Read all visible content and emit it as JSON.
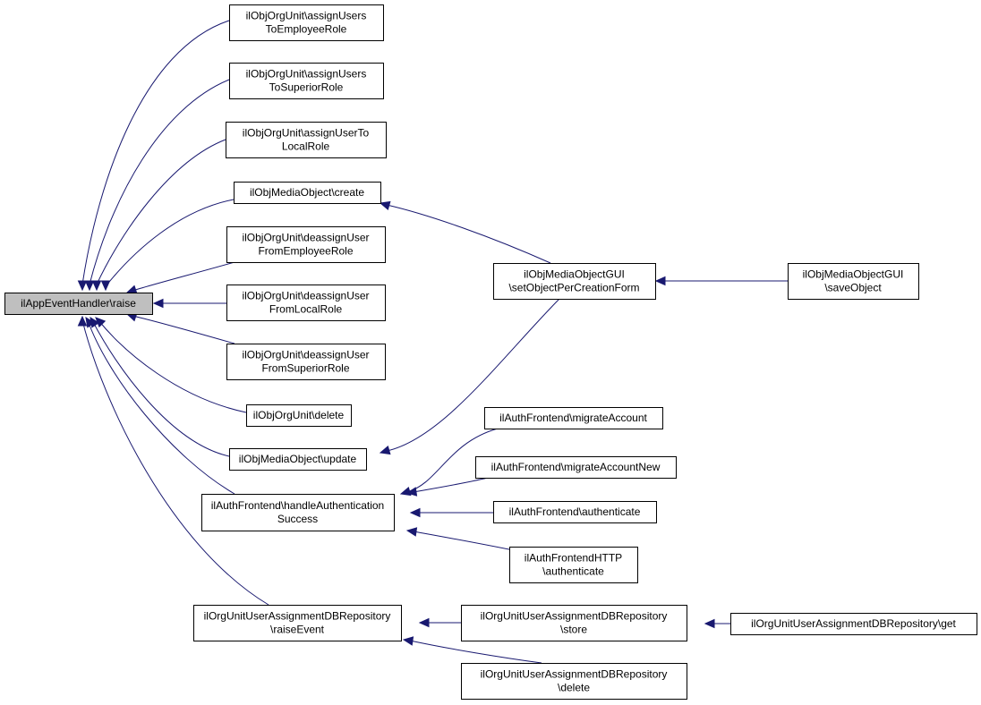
{
  "diagram": {
    "type": "call-graph",
    "root": "raise",
    "nodes": [
      {
        "id": "raise",
        "lines": [
          "ilAppEventHandler\\raise"
        ],
        "highlighted": true
      },
      {
        "id": "assignEmp",
        "lines": [
          "ilObjOrgUnit\\assignUsers",
          "ToEmployeeRole"
        ]
      },
      {
        "id": "assignSup",
        "lines": [
          "ilObjOrgUnit\\assignUsers",
          "ToSuperiorRole"
        ]
      },
      {
        "id": "assignLocal",
        "lines": [
          "ilObjOrgUnit\\assignUserTo",
          "LocalRole"
        ]
      },
      {
        "id": "mobCreate",
        "lines": [
          "ilObjMediaObject\\create"
        ]
      },
      {
        "id": "deassignEmp",
        "lines": [
          "ilObjOrgUnit\\deassignUser",
          "FromEmployeeRole"
        ]
      },
      {
        "id": "deassignLocal",
        "lines": [
          "ilObjOrgUnit\\deassignUser",
          "FromLocalRole"
        ]
      },
      {
        "id": "deassignSup",
        "lines": [
          "ilObjOrgUnit\\deassignUser",
          "FromSuperiorRole"
        ]
      },
      {
        "id": "ouDelete",
        "lines": [
          "ilObjOrgUnit\\delete"
        ]
      },
      {
        "id": "mobUpdate",
        "lines": [
          "ilObjMediaObject\\update"
        ]
      },
      {
        "id": "handleAuth",
        "lines": [
          "ilAuthFrontend\\handleAuthentication",
          "Success"
        ]
      },
      {
        "id": "raiseEvent",
        "lines": [
          "ilOrgUnitUserAssignmentDBRepository",
          "\\raiseEvent"
        ]
      },
      {
        "id": "setObj",
        "lines": [
          "ilObjMediaObjectGUI",
          "\\setObjectPerCreationForm"
        ]
      },
      {
        "id": "saveObj",
        "lines": [
          "ilObjMediaObjectGUI",
          "\\saveObject"
        ]
      },
      {
        "id": "migrate",
        "lines": [
          "ilAuthFrontend\\migrateAccount"
        ]
      },
      {
        "id": "migrateNew",
        "lines": [
          "ilAuthFrontend\\migrateAccountNew"
        ]
      },
      {
        "id": "authenticate",
        "lines": [
          "ilAuthFrontend\\authenticate"
        ]
      },
      {
        "id": "httpAuth",
        "lines": [
          "ilAuthFrontendHTTP",
          "\\authenticate"
        ]
      },
      {
        "id": "store",
        "lines": [
          "ilOrgUnitUserAssignmentDBRepository",
          "\\store"
        ]
      },
      {
        "id": "repoDelete",
        "lines": [
          "ilOrgUnitUserAssignmentDBRepository",
          "\\delete"
        ]
      },
      {
        "id": "repoGet",
        "lines": [
          "ilOrgUnitUserAssignmentDBRepository\\get"
        ]
      }
    ],
    "edges": [
      {
        "from": "assignEmp",
        "to": "raise"
      },
      {
        "from": "assignSup",
        "to": "raise"
      },
      {
        "from": "assignLocal",
        "to": "raise"
      },
      {
        "from": "mobCreate",
        "to": "raise"
      },
      {
        "from": "deassignEmp",
        "to": "raise"
      },
      {
        "from": "deassignLocal",
        "to": "raise"
      },
      {
        "from": "deassignSup",
        "to": "raise"
      },
      {
        "from": "ouDelete",
        "to": "raise"
      },
      {
        "from": "mobUpdate",
        "to": "raise"
      },
      {
        "from": "handleAuth",
        "to": "raise"
      },
      {
        "from": "raiseEvent",
        "to": "raise"
      },
      {
        "from": "setObj",
        "to": "mobCreate"
      },
      {
        "from": "setObj",
        "to": "mobUpdate"
      },
      {
        "from": "saveObj",
        "to": "setObj"
      },
      {
        "from": "migrate",
        "to": "handleAuth"
      },
      {
        "from": "migrateNew",
        "to": "handleAuth"
      },
      {
        "from": "authenticate",
        "to": "handleAuth"
      },
      {
        "from": "httpAuth",
        "to": "handleAuth"
      },
      {
        "from": "store",
        "to": "raiseEvent"
      },
      {
        "from": "repoDelete",
        "to": "raiseEvent"
      },
      {
        "from": "repoGet",
        "to": "store"
      }
    ]
  }
}
